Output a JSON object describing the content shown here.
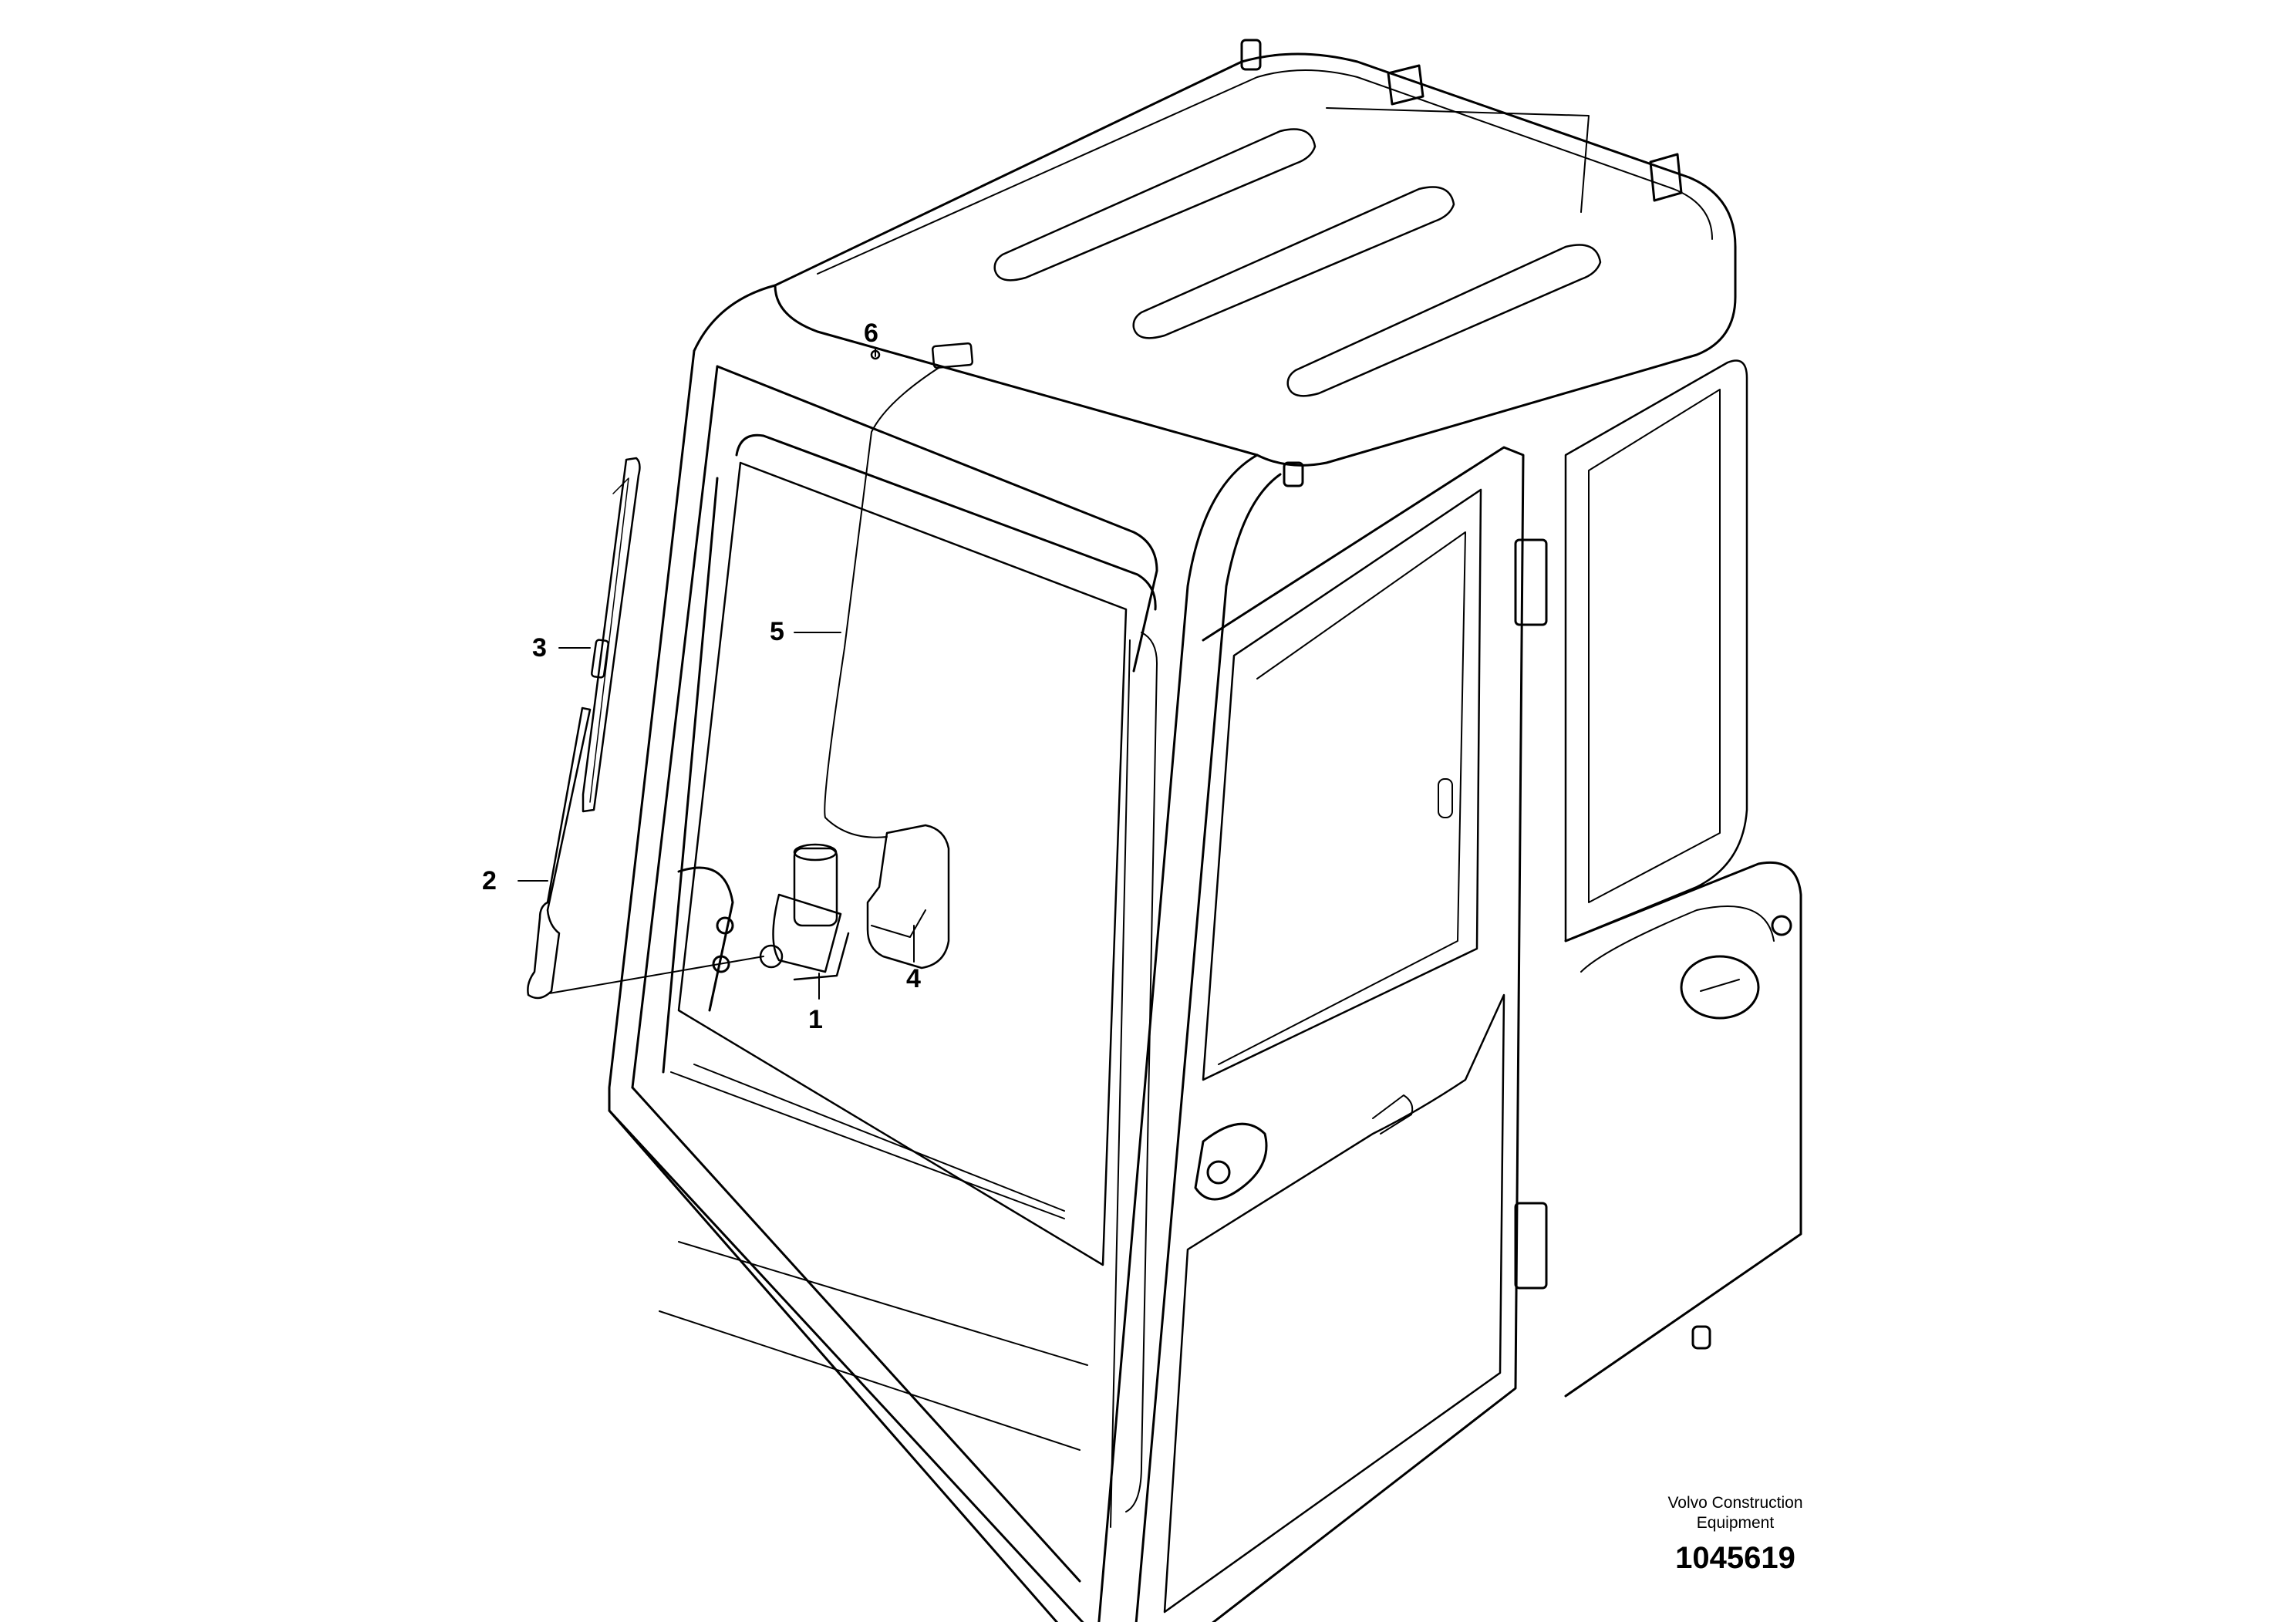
{
  "callouts": {
    "c1": "1",
    "c2": "2",
    "c3": "3",
    "c4": "4",
    "c5": "5",
    "c6": "6"
  },
  "caption": {
    "company_line1": "Volvo Construction",
    "company_line2": "Equipment",
    "drawing_number": "1045619"
  },
  "parts": [
    {
      "ref": "1",
      "icon": "wiper-motor-icon"
    },
    {
      "ref": "2",
      "icon": "wiper-arm-icon"
    },
    {
      "ref": "3",
      "icon": "wiper-blade-icon"
    },
    {
      "ref": "4",
      "icon": "motor-cover-icon"
    },
    {
      "ref": "5",
      "icon": "wire-harness-icon"
    },
    {
      "ref": "6",
      "icon": "connector-icon"
    }
  ]
}
